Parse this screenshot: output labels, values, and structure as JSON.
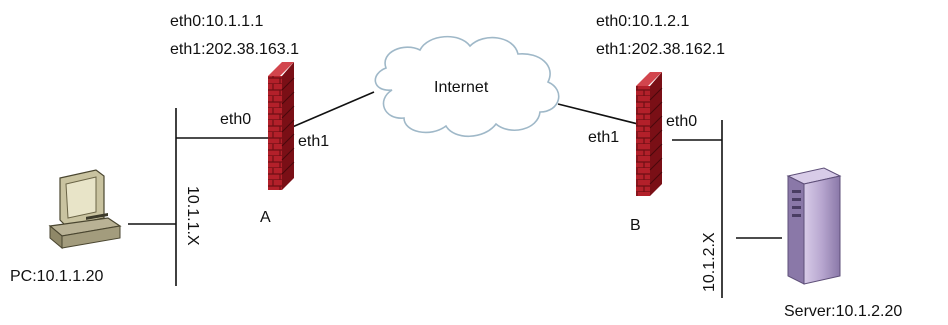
{
  "firewall_a": {
    "eth0_info": "eth0:10.1.1.1",
    "eth1_info": "eth1:202.38.163.1",
    "label": "A",
    "port_left": "eth0",
    "port_right": "eth1"
  },
  "firewall_b": {
    "eth0_info": "eth0:10.1.2.1",
    "eth1_info": "eth1:202.38.162.1",
    "label": "B",
    "port_left": "eth1",
    "port_right": "eth0"
  },
  "cloud": {
    "label": "Internet"
  },
  "segment_left": {
    "label": "10.1.1.X"
  },
  "segment_right": {
    "label": "10.1.2.X"
  },
  "pc": {
    "label": "PC:10.1.1.20"
  },
  "server": {
    "label": "Server:10.1.2.20"
  },
  "colors": {
    "firewall": "#b3202a",
    "firewall_dark": "#7a0f16",
    "cloud_stroke": "#9fb8c8",
    "server": "#b7a6cf",
    "server_dark": "#8a78a8"
  }
}
